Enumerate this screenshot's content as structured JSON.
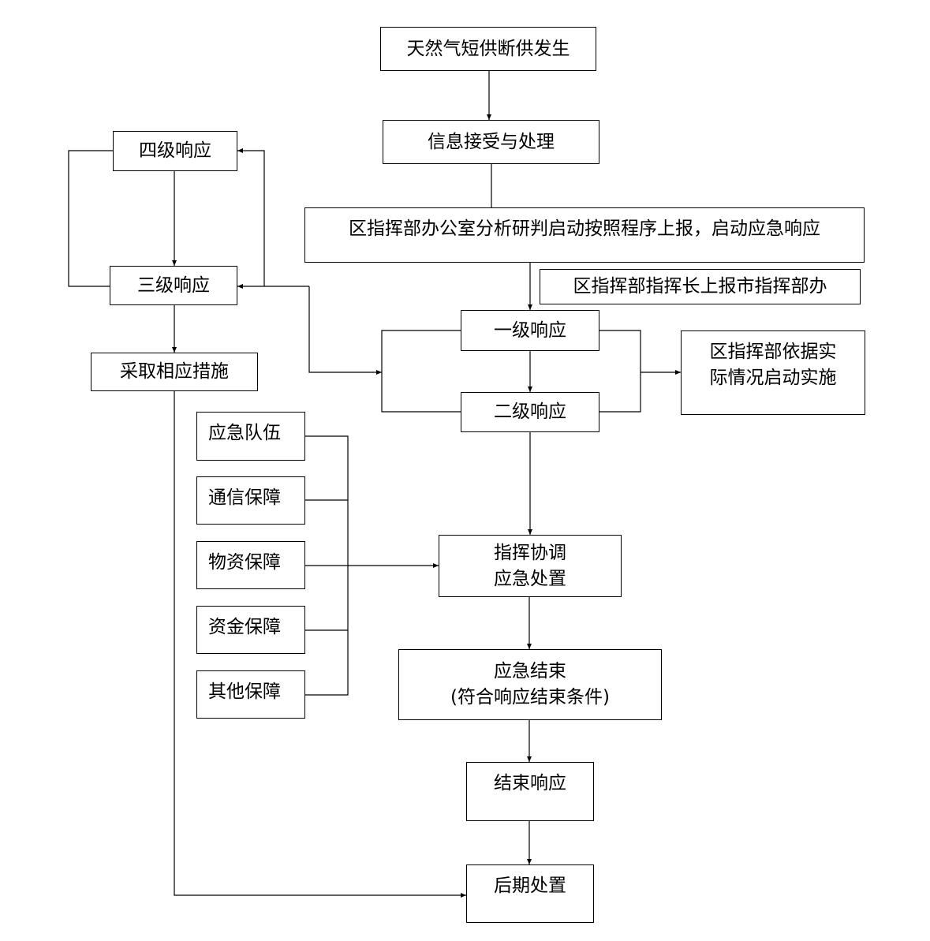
{
  "flowchart": {
    "start": "天然气短供断供发生",
    "receive": "信息接受与处理",
    "analyze": "区指挥部办公室分析研判启动按照程序上报，启动应急响应",
    "report": "区指挥部指挥长上报市指挥部办",
    "level4": "四级响应",
    "level3": "三级响应",
    "level1": "一级响应",
    "level2": "二级响应",
    "measures": "采取相应措施",
    "implement": [
      "区指挥部依据实",
      "际情况启动实施"
    ],
    "support": [
      "应急队伍",
      "通信保障",
      "物资保障",
      "资金保障",
      "其他保障"
    ],
    "command": [
      "指挥协调",
      "应急处置"
    ],
    "end": [
      "应急结束",
      "(符合响应结束条件)"
    ],
    "finish": "结束响应",
    "aftermath": "后期处置"
  }
}
